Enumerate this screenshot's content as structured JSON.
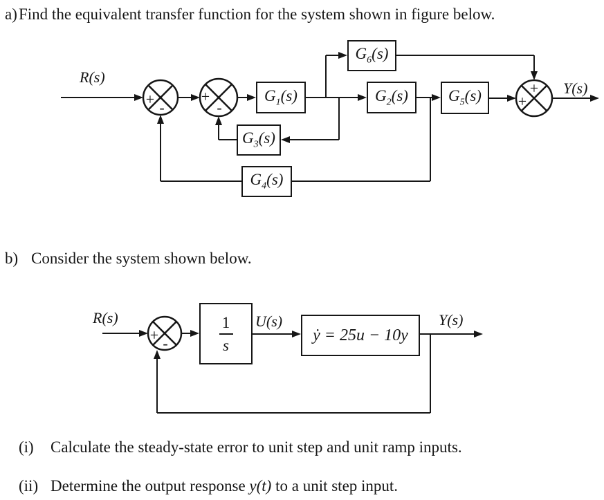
{
  "page": {
    "background": "#ffffff",
    "ink": "#161616"
  },
  "part_a": {
    "label": "a)",
    "heading": "Find the equivalent transfer function for the system shown in figure below.",
    "diagram": {
      "input_label": "R(s)",
      "output_label": "Y(s)",
      "blocks": {
        "g1": {
          "base": "G",
          "sub": "1",
          "tail": "(s)"
        },
        "g2": {
          "base": "G",
          "sub": "2",
          "tail": "(s)"
        },
        "g3": {
          "base": "G",
          "sub": "3",
          "tail": "(s)"
        },
        "g4": {
          "base": "G",
          "sub": "4",
          "tail": "(s)"
        },
        "g5": {
          "base": "G",
          "sub": "5",
          "tail": "(s)"
        },
        "g6": {
          "base": "G",
          "sub": "6",
          "tail": "(s)"
        }
      },
      "junction1": {
        "left_sign": "+",
        "bottom_sign": "-"
      },
      "junction2": {
        "left_sign": "+",
        "bottom_sign": "-"
      },
      "junction3": {
        "top_sign": "+",
        "left_sign": "+"
      }
    }
  },
  "part_b": {
    "label": "b)",
    "heading": "Consider the system shown below.",
    "diagram": {
      "input_label": "R(s)",
      "u_label": "U(s)",
      "output_label": "Y(s)",
      "integrator": {
        "numerator": "1",
        "denominator": "s"
      },
      "plant_equation": "ẏ = 25u − 10y",
      "junction": {
        "left_sign": "+",
        "bottom_sign": "-"
      }
    }
  },
  "questions": [
    {
      "label": "(i)",
      "text_prefix": "Calculate the steady-state error to unit step and unit ramp inputs.",
      "text_math": "",
      "text_suffix": ""
    },
    {
      "label": "(ii)",
      "text_prefix": "Determine the output response ",
      "text_math": "y(t)",
      "text_suffix": " to a unit step input."
    }
  ]
}
